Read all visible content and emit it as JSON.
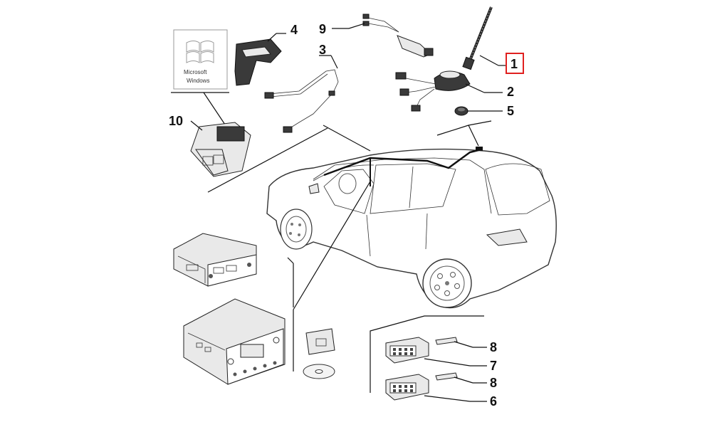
{
  "callouts": [
    {
      "id": "1",
      "highlight_color": "#e0201f"
    },
    {
      "id": "2"
    },
    {
      "id": "3"
    },
    {
      "id": "4"
    },
    {
      "id": "5"
    },
    {
      "id": "6"
    },
    {
      "id": "7"
    },
    {
      "id": "8a",
      "label": "8"
    },
    {
      "id": "8b",
      "label": "8"
    },
    {
      "id": "9"
    },
    {
      "id": "10"
    }
  ],
  "labels": {
    "c1": "1",
    "c2": "2",
    "c3": "3",
    "c4": "4",
    "c5": "5",
    "c6": "6",
    "c7": "7",
    "c8a": "8",
    "c8b": "8",
    "c9": "9",
    "c10": "10"
  },
  "logo": {
    "line1": "Microsoft",
    "line2": "Windows"
  },
  "colors": {
    "line": "#111111",
    "highlight": "#e0201f",
    "background": "#ffffff"
  }
}
